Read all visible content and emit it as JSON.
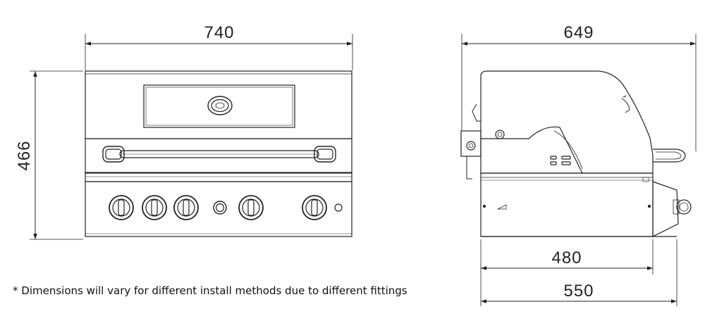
{
  "dimensions": {
    "front_width": "740",
    "front_height": "466",
    "side_width": "649",
    "side_base_depth": "480",
    "side_total_depth": "550"
  },
  "note": "* Dimensions will vary for different install methods due to different fittings"
}
